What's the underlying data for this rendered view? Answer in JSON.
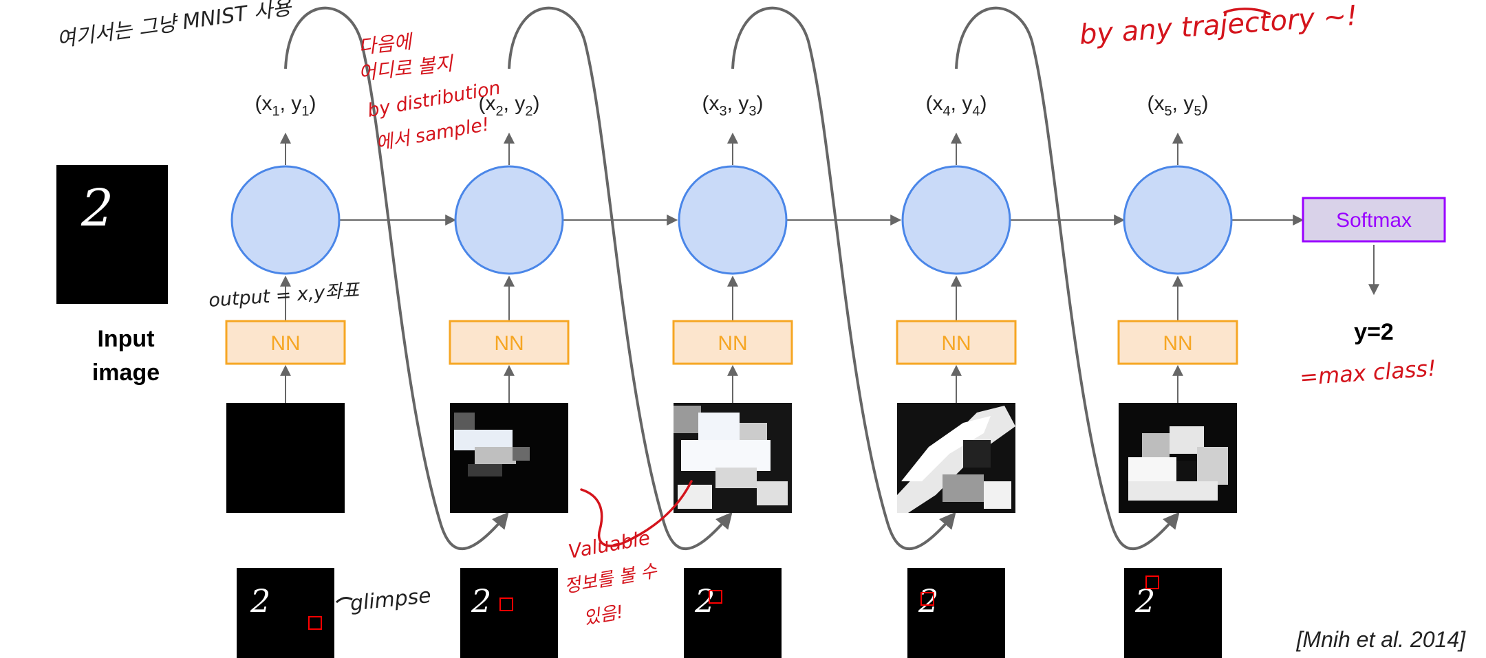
{
  "diagram": {
    "input_label_line1": "Input",
    "input_label_line2": "image",
    "nn_label": "NN",
    "softmax_label": "Softmax",
    "output_label": "y=2",
    "coords": [
      {
        "x": "x",
        "xs": "1",
        "y": "y",
        "ys": "1"
      },
      {
        "x": "x",
        "xs": "2",
        "y": "y",
        "ys": "2"
      },
      {
        "x": "x",
        "xs": "3",
        "y": "y",
        "ys": "3"
      },
      {
        "x": "x",
        "xs": "4",
        "y": "y",
        "ys": "4"
      },
      {
        "x": "x",
        "xs": "5",
        "y": "y",
        "ys": "5"
      }
    ],
    "citation": "[Mnih et al. 2014]",
    "digit_glyph": "2"
  },
  "annotations": {
    "top_left": "여기서는 그냥 MNIST 사용",
    "top_right": "by any trajectory ~!",
    "step2_line1": "다음에",
    "step2_line2": "어디로 볼지",
    "step2_line3": "by distribution",
    "step2_line4": "에서 sample!",
    "output_note": "output = x,y좌표",
    "glimpse_note": "glimpse",
    "valuable_line1": "Valuable",
    "valuable_line2": "정보를 볼 수",
    "valuable_line3": "있음!",
    "max_class": "=max class!"
  },
  "colors": {
    "node_fill": "#c9daf8",
    "node_stroke": "#4a86e8",
    "nn_fill": "#fce5cd",
    "nn_stroke": "#f6a623",
    "softmax_fill": "#d9d2e9",
    "softmax_stroke": "#9900ff",
    "arrow": "#666666",
    "glimpse_box": "#ff0000",
    "annotation_ink": "#d4141c"
  }
}
